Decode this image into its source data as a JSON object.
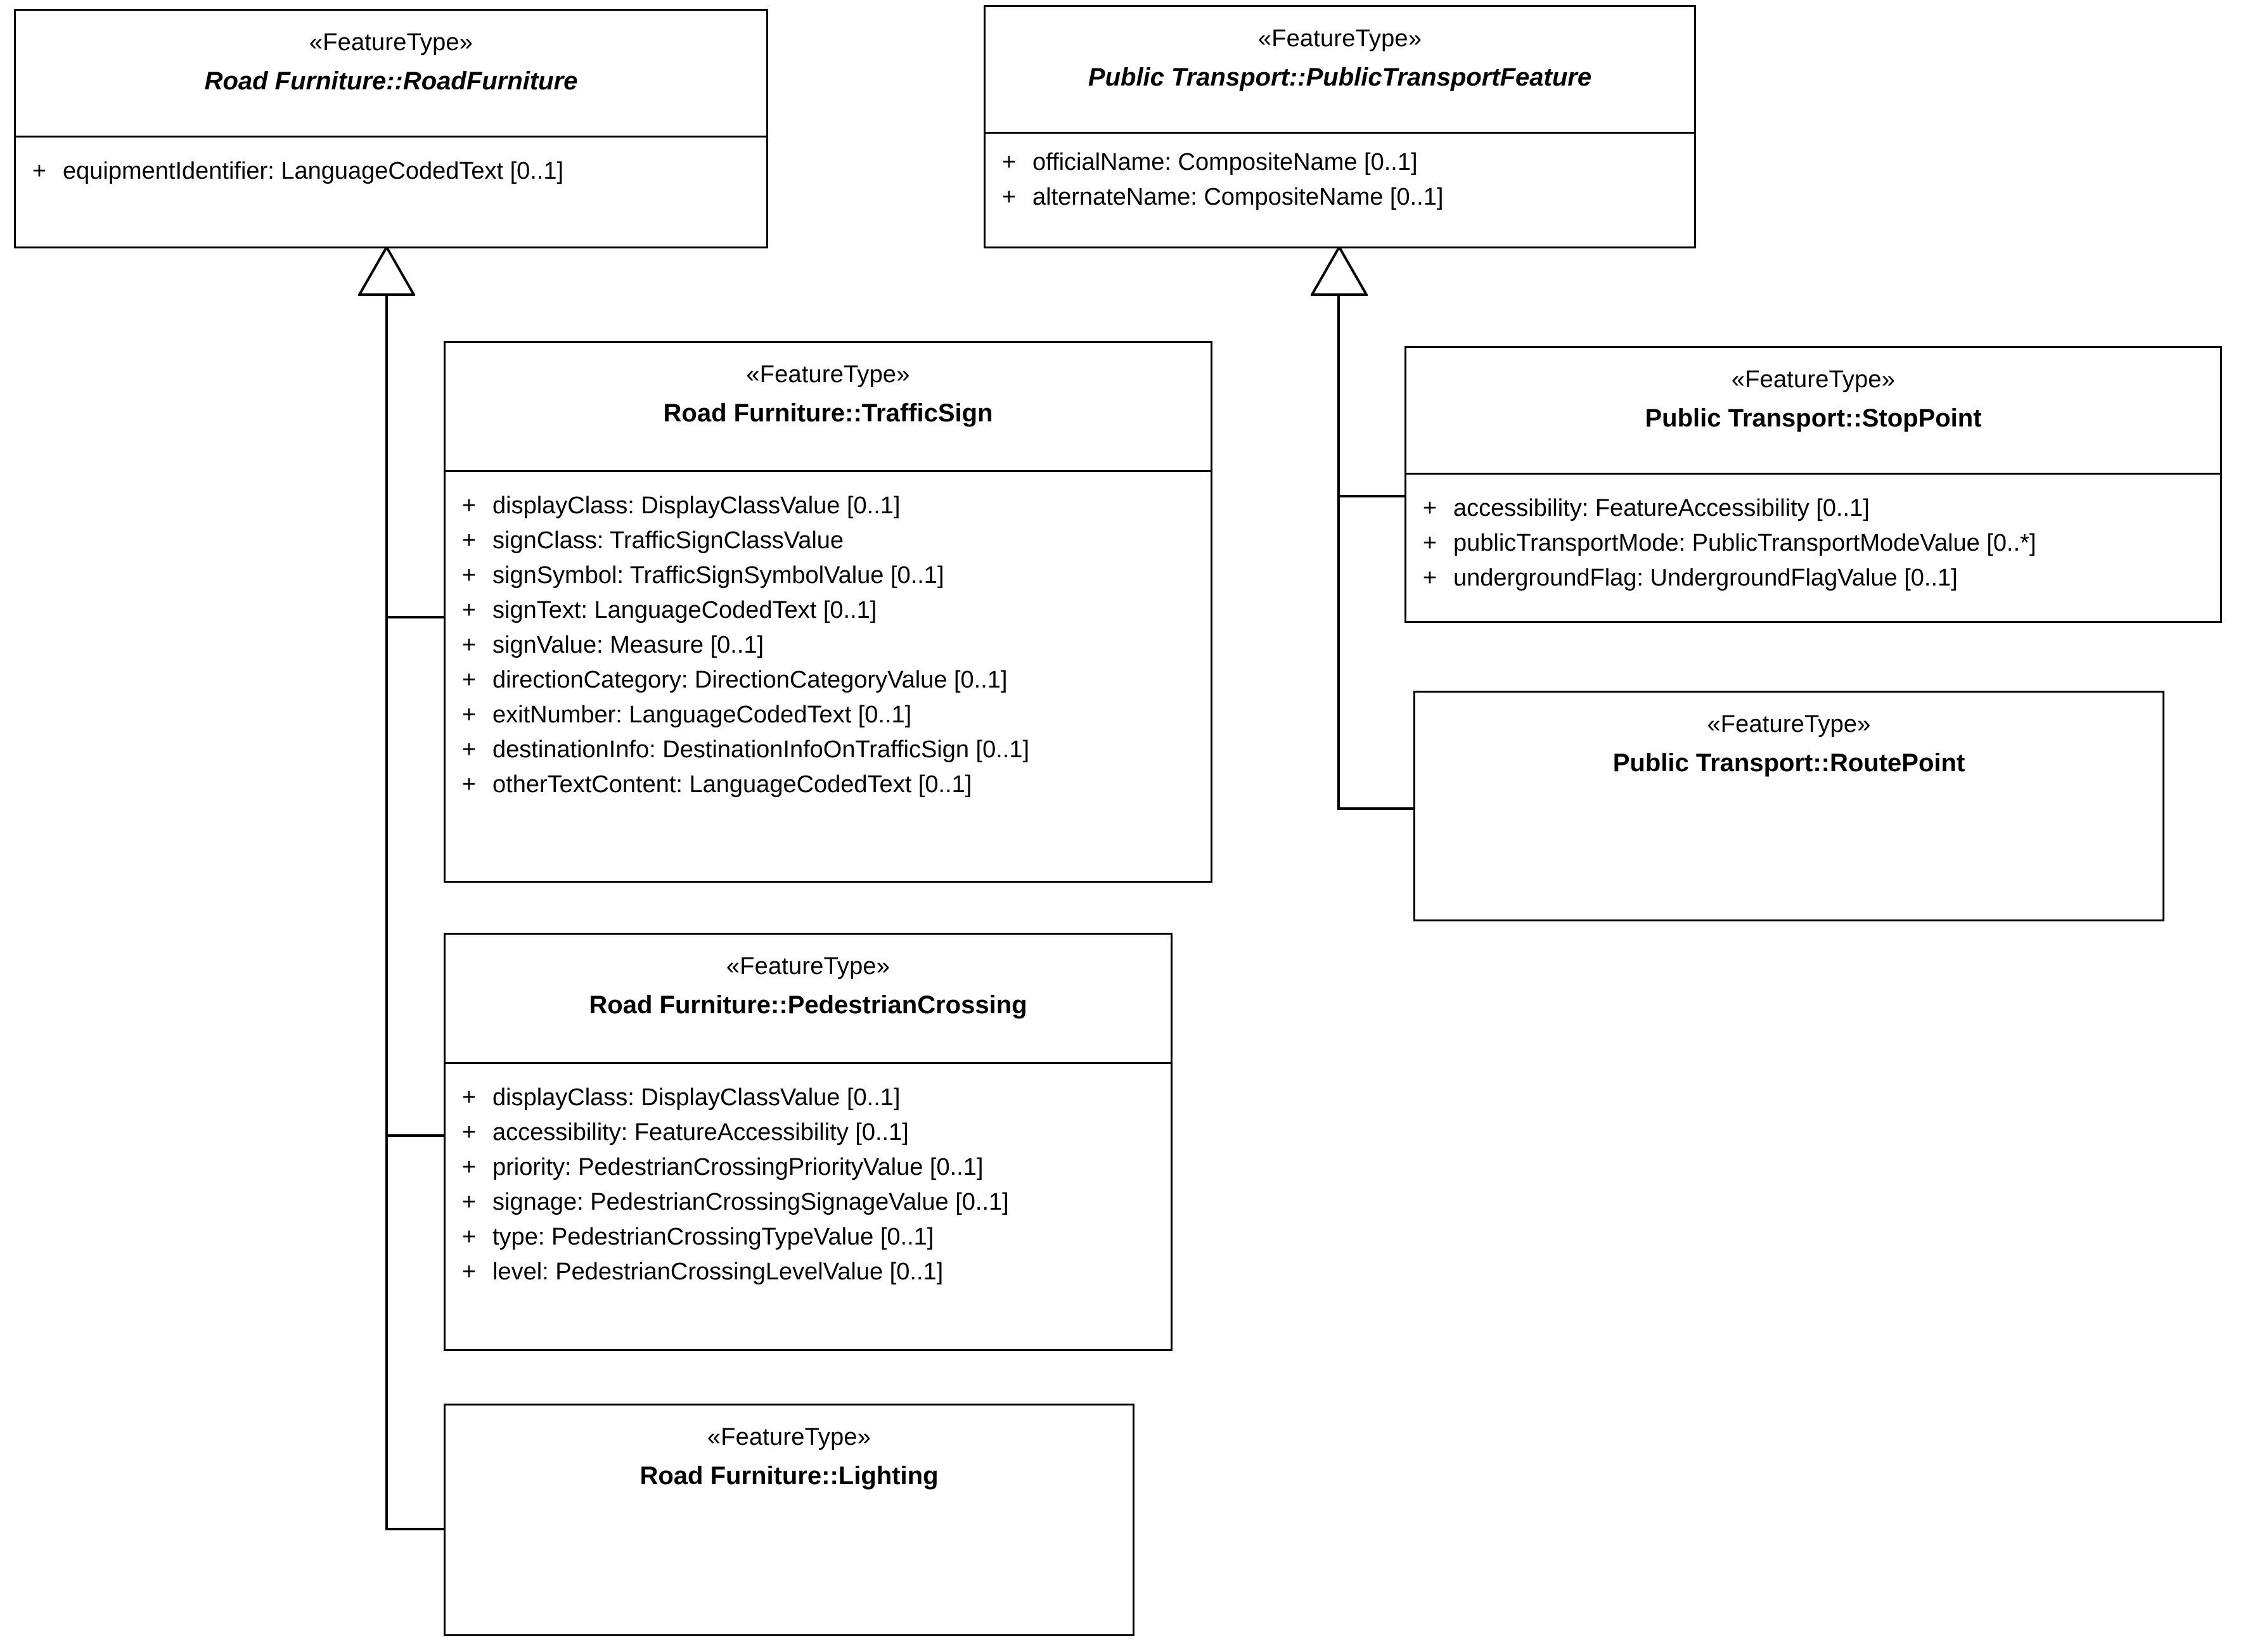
{
  "diagram": {
    "type": "uml-class-diagram",
    "stereotype_label": "«FeatureType»",
    "visibility_public": "+",
    "relationship": "generalization"
  },
  "classes": {
    "road_furniture": {
      "stereotype": "«FeatureType»",
      "name": "Road Furniture::RoadFurniture",
      "abstract": true,
      "attributes": [
        {
          "visibility": "+",
          "text": "equipmentIdentifier: LanguageCodedText [0..1]"
        }
      ]
    },
    "public_transport_feature": {
      "stereotype": "«FeatureType»",
      "name": "Public Transport::PublicTransportFeature",
      "abstract": true,
      "attributes": [
        {
          "visibility": "+",
          "text": "officialName: CompositeName [0..1]"
        },
        {
          "visibility": "+",
          "text": "alternateName: CompositeName [0..1]"
        }
      ]
    },
    "traffic_sign": {
      "stereotype": "«FeatureType»",
      "name": "Road Furniture::TrafficSign",
      "abstract": false,
      "attributes": [
        {
          "visibility": "+",
          "text": "displayClass: DisplayClassValue [0..1]"
        },
        {
          "visibility": "+",
          "text": "signClass: TrafficSignClassValue"
        },
        {
          "visibility": "+",
          "text": "signSymbol: TrafficSignSymbolValue [0..1]"
        },
        {
          "visibility": "+",
          "text": "signText: LanguageCodedText [0..1]"
        },
        {
          "visibility": "+",
          "text": "signValue: Measure [0..1]"
        },
        {
          "visibility": "+",
          "text": "directionCategory: DirectionCategoryValue [0..1]"
        },
        {
          "visibility": "+",
          "text": "exitNumber: LanguageCodedText [0..1]"
        },
        {
          "visibility": "+",
          "text": "destinationInfo: DestinationInfoOnTrafficSign [0..1]"
        },
        {
          "visibility": "+",
          "text": "otherTextContent: LanguageCodedText [0..1]"
        }
      ]
    },
    "pedestrian_crossing": {
      "stereotype": "«FeatureType»",
      "name": "Road Furniture::PedestrianCrossing",
      "abstract": false,
      "attributes": [
        {
          "visibility": "+",
          "text": "displayClass: DisplayClassValue [0..1]"
        },
        {
          "visibility": "+",
          "text": "accessibility: FeatureAccessibility [0..1]"
        },
        {
          "visibility": "+",
          "text": "priority: PedestrianCrossingPriorityValue [0..1]"
        },
        {
          "visibility": "+",
          "text": "signage: PedestrianCrossingSignageValue [0..1]"
        },
        {
          "visibility": "+",
          "text": "type: PedestrianCrossingTypeValue [0..1]"
        },
        {
          "visibility": "+",
          "text": "level: PedestrianCrossingLevelValue [0..1]"
        }
      ]
    },
    "lighting": {
      "stereotype": "«FeatureType»",
      "name": "Road Furniture::Lighting",
      "abstract": false,
      "attributes": []
    },
    "stop_point": {
      "stereotype": "«FeatureType»",
      "name": "Public Transport::StopPoint",
      "abstract": false,
      "attributes": [
        {
          "visibility": "+",
          "text": "accessibility: FeatureAccessibility [0..1]"
        },
        {
          "visibility": "+",
          "text": "publicTransportMode: PublicTransportModeValue [0..*]"
        },
        {
          "visibility": "+",
          "text": "undergroundFlag: UndergroundFlagValue [0..1]"
        }
      ]
    },
    "route_point": {
      "stereotype": "«FeatureType»",
      "name": "Public Transport::RoutePoint",
      "abstract": false,
      "attributes": []
    }
  },
  "colors": {
    "line": "#000000",
    "background": "#ffffff",
    "text": "#000000"
  }
}
